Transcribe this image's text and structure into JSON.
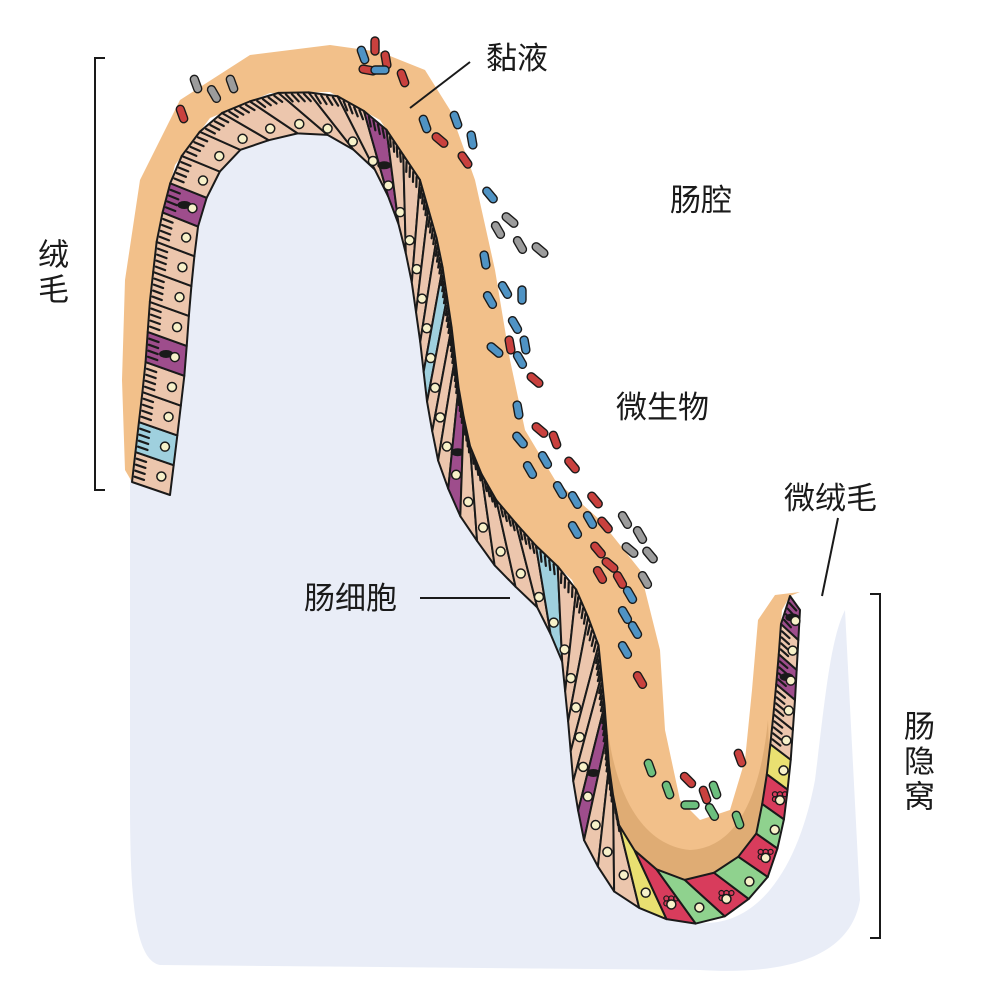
{
  "labels": {
    "mucus": "黏液",
    "lumen": "肠腔",
    "villus": "绒毛",
    "microbes": "微生物",
    "microvilli": "微绒毛",
    "enterocyte": "肠细胞",
    "crypt": "肠隐窝"
  },
  "colors": {
    "tissue": "#e9edf7",
    "mucus": "#f2c08a",
    "crypt_mucus_dark": "#d9a66e",
    "enterocyte": "#ecc6ad",
    "goblet_cell": "#9e4d8c",
    "tuft_cell": "#9fd0de",
    "paneth_cell": "#d83c5c",
    "stem_cell": "#8fd28e",
    "yellow_cell": "#e9e071",
    "nucleus": "#f7f1c9",
    "bacteria_blue": "#4f93c4",
    "bacteria_red": "#c9413e",
    "bacteria_grey": "#9c9c9c",
    "bacteria_green": "#6cbf7e",
    "outline": "#1a1a1a"
  }
}
